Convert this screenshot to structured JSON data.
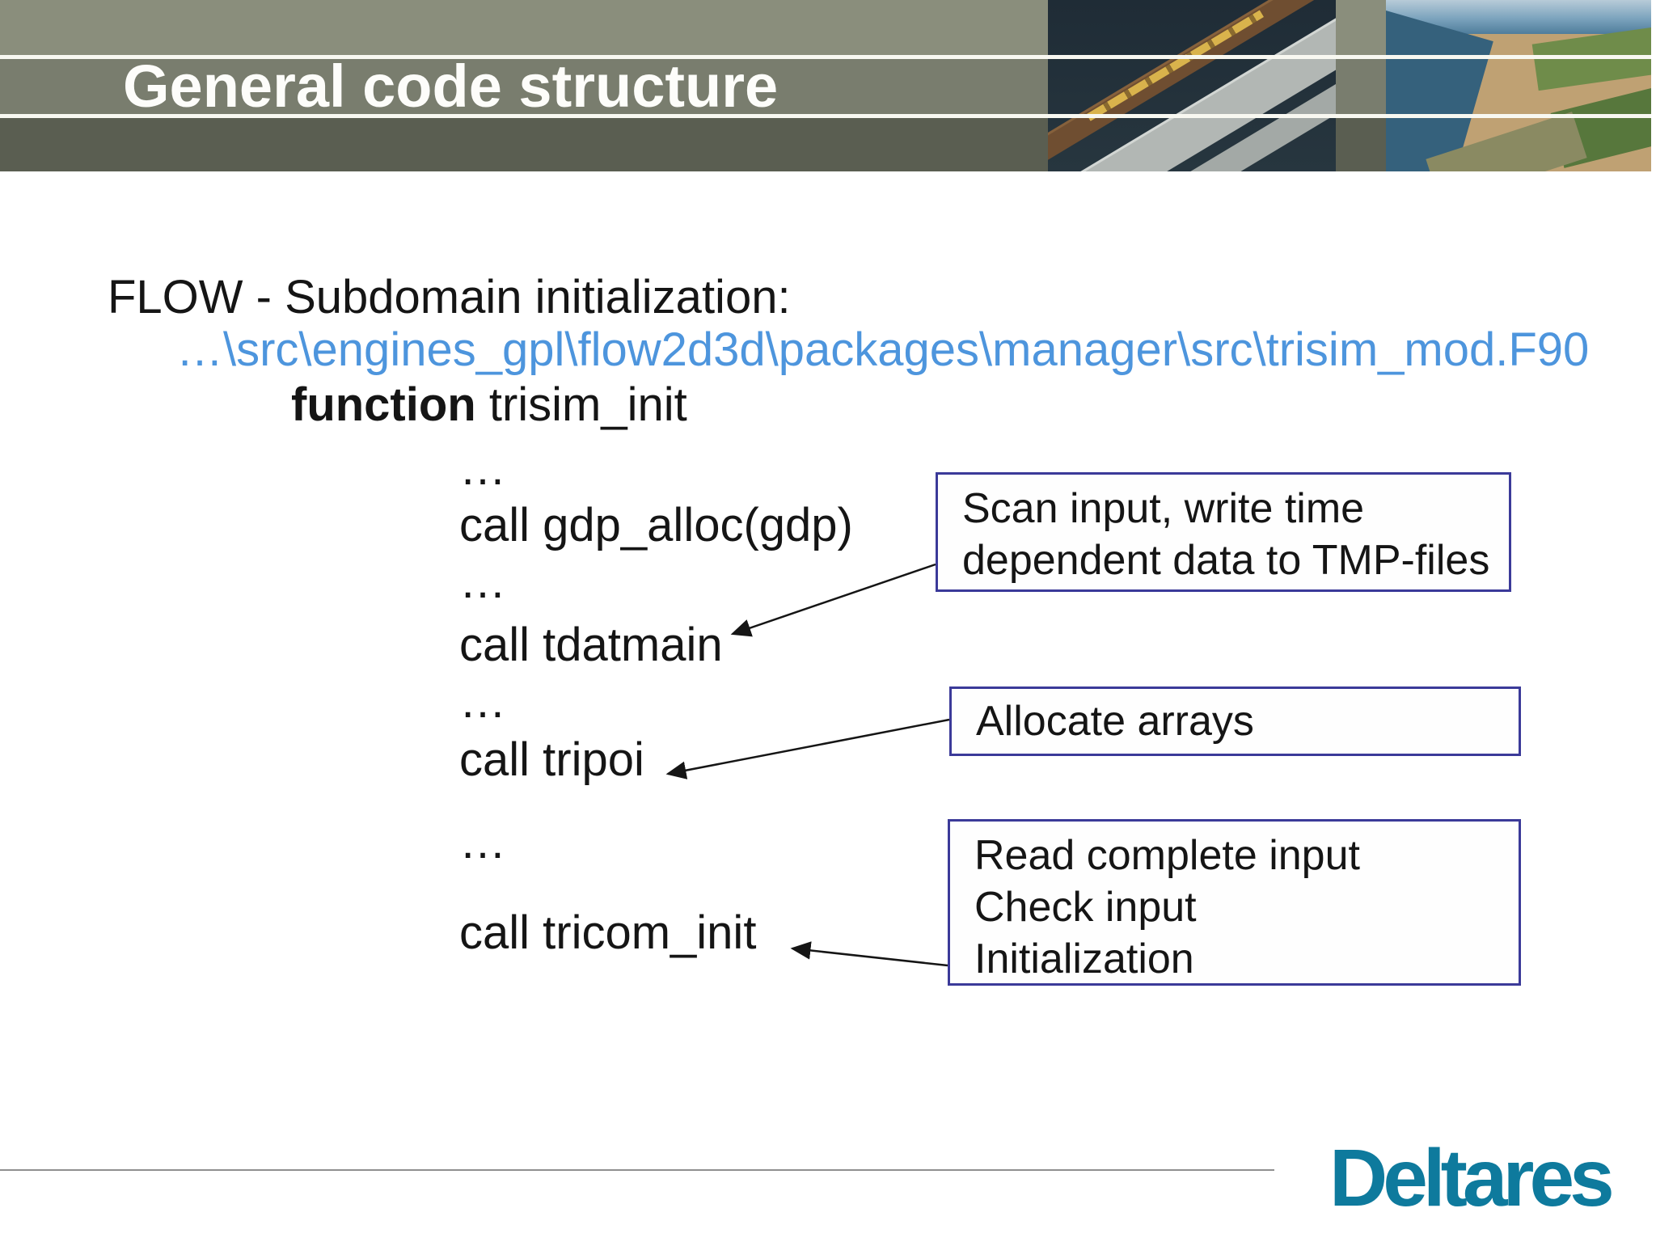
{
  "slide": {
    "title": "General code structure"
  },
  "header": {
    "photos": [
      {
        "name": "bridge-aerial-photo"
      },
      {
        "name": "estuary-aerial-photo"
      }
    ]
  },
  "content": {
    "heading": "FLOW - Subdomain initialization:",
    "path": "…\\src\\engines_gpl\\flow2d3d\\packages\\manager\\src\\trisim_mod.F90",
    "function_keyword": "function",
    "function_name": "trisim_init",
    "code_lines": [
      "…",
      "call gdp_alloc(gdp)",
      "…",
      "call tdatmain",
      "…",
      "call tripoi",
      "…",
      "call tricom_init"
    ],
    "callouts": [
      {
        "lines": [
          "Scan input, write time",
          "dependent data to TMP-files"
        ]
      },
      {
        "lines": [
          "Allocate arrays"
        ]
      },
      {
        "lines": [
          "Read complete input",
          "Check input",
          "Initialization"
        ]
      }
    ]
  },
  "footer": {
    "logo_text": "Deltares"
  },
  "colors": {
    "link_blue": "#4d95dd",
    "callout_border": "#3b3a99",
    "logo_teal": "#0e7a9d",
    "header_band_top": "#8a8e7c",
    "header_band_title": "#797d6e",
    "header_band_bottom": "#5a5e51"
  }
}
